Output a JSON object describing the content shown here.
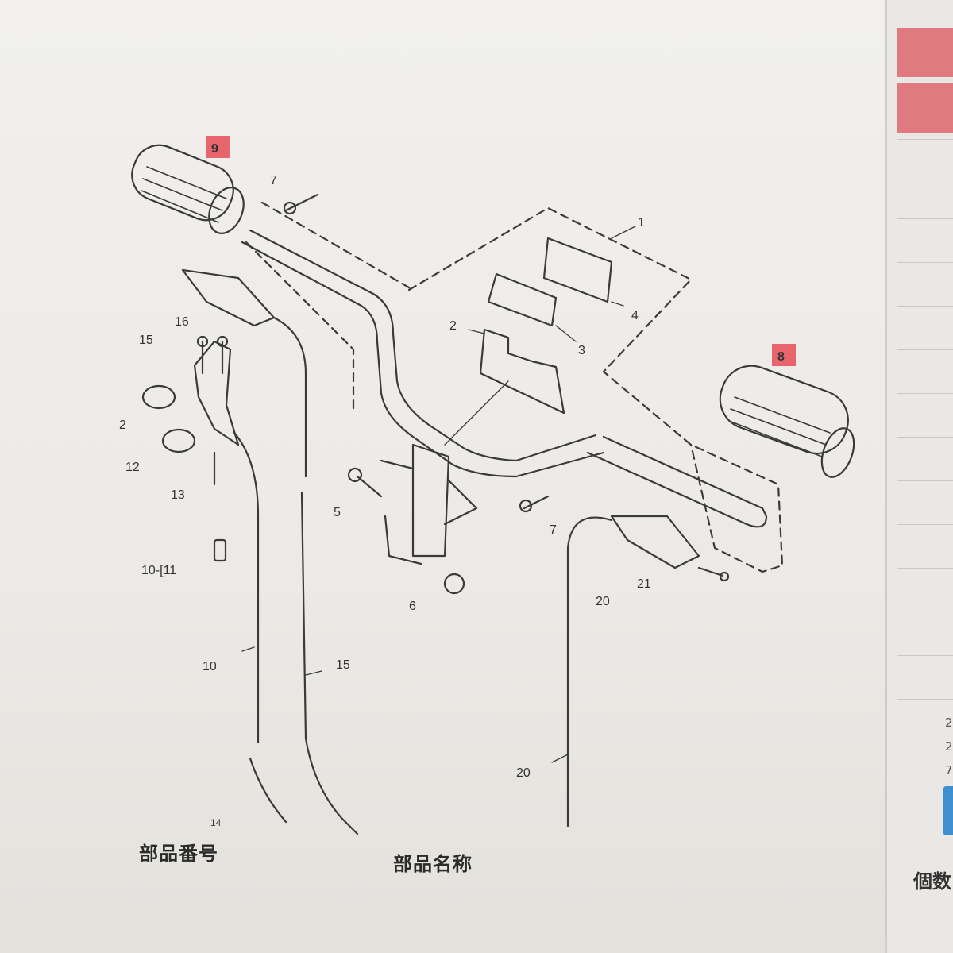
{
  "diagram": {
    "callouts": {
      "c1": "1",
      "c2": "2",
      "c3": "3",
      "c4": "4",
      "c5": "5",
      "c6": "6",
      "c7a": "7",
      "c7b": "7",
      "c8": "8",
      "c9": "9",
      "c10a": "10-[11",
      "c10b": "10",
      "c2b": "2",
      "c12": "12",
      "c13": "13",
      "c15a": "15",
      "c16": "16",
      "c15b": "15",
      "c20a": "20",
      "c21": "21",
      "c20b": "20",
      "c14": "14"
    },
    "highlight_color": "#e8656e"
  },
  "labels": {
    "part_number": "部品番号",
    "part_name": "部品名称"
  },
  "right_panel": {
    "cut_text": "個数",
    "marks": [
      "2",
      "2",
      "7"
    ]
  }
}
